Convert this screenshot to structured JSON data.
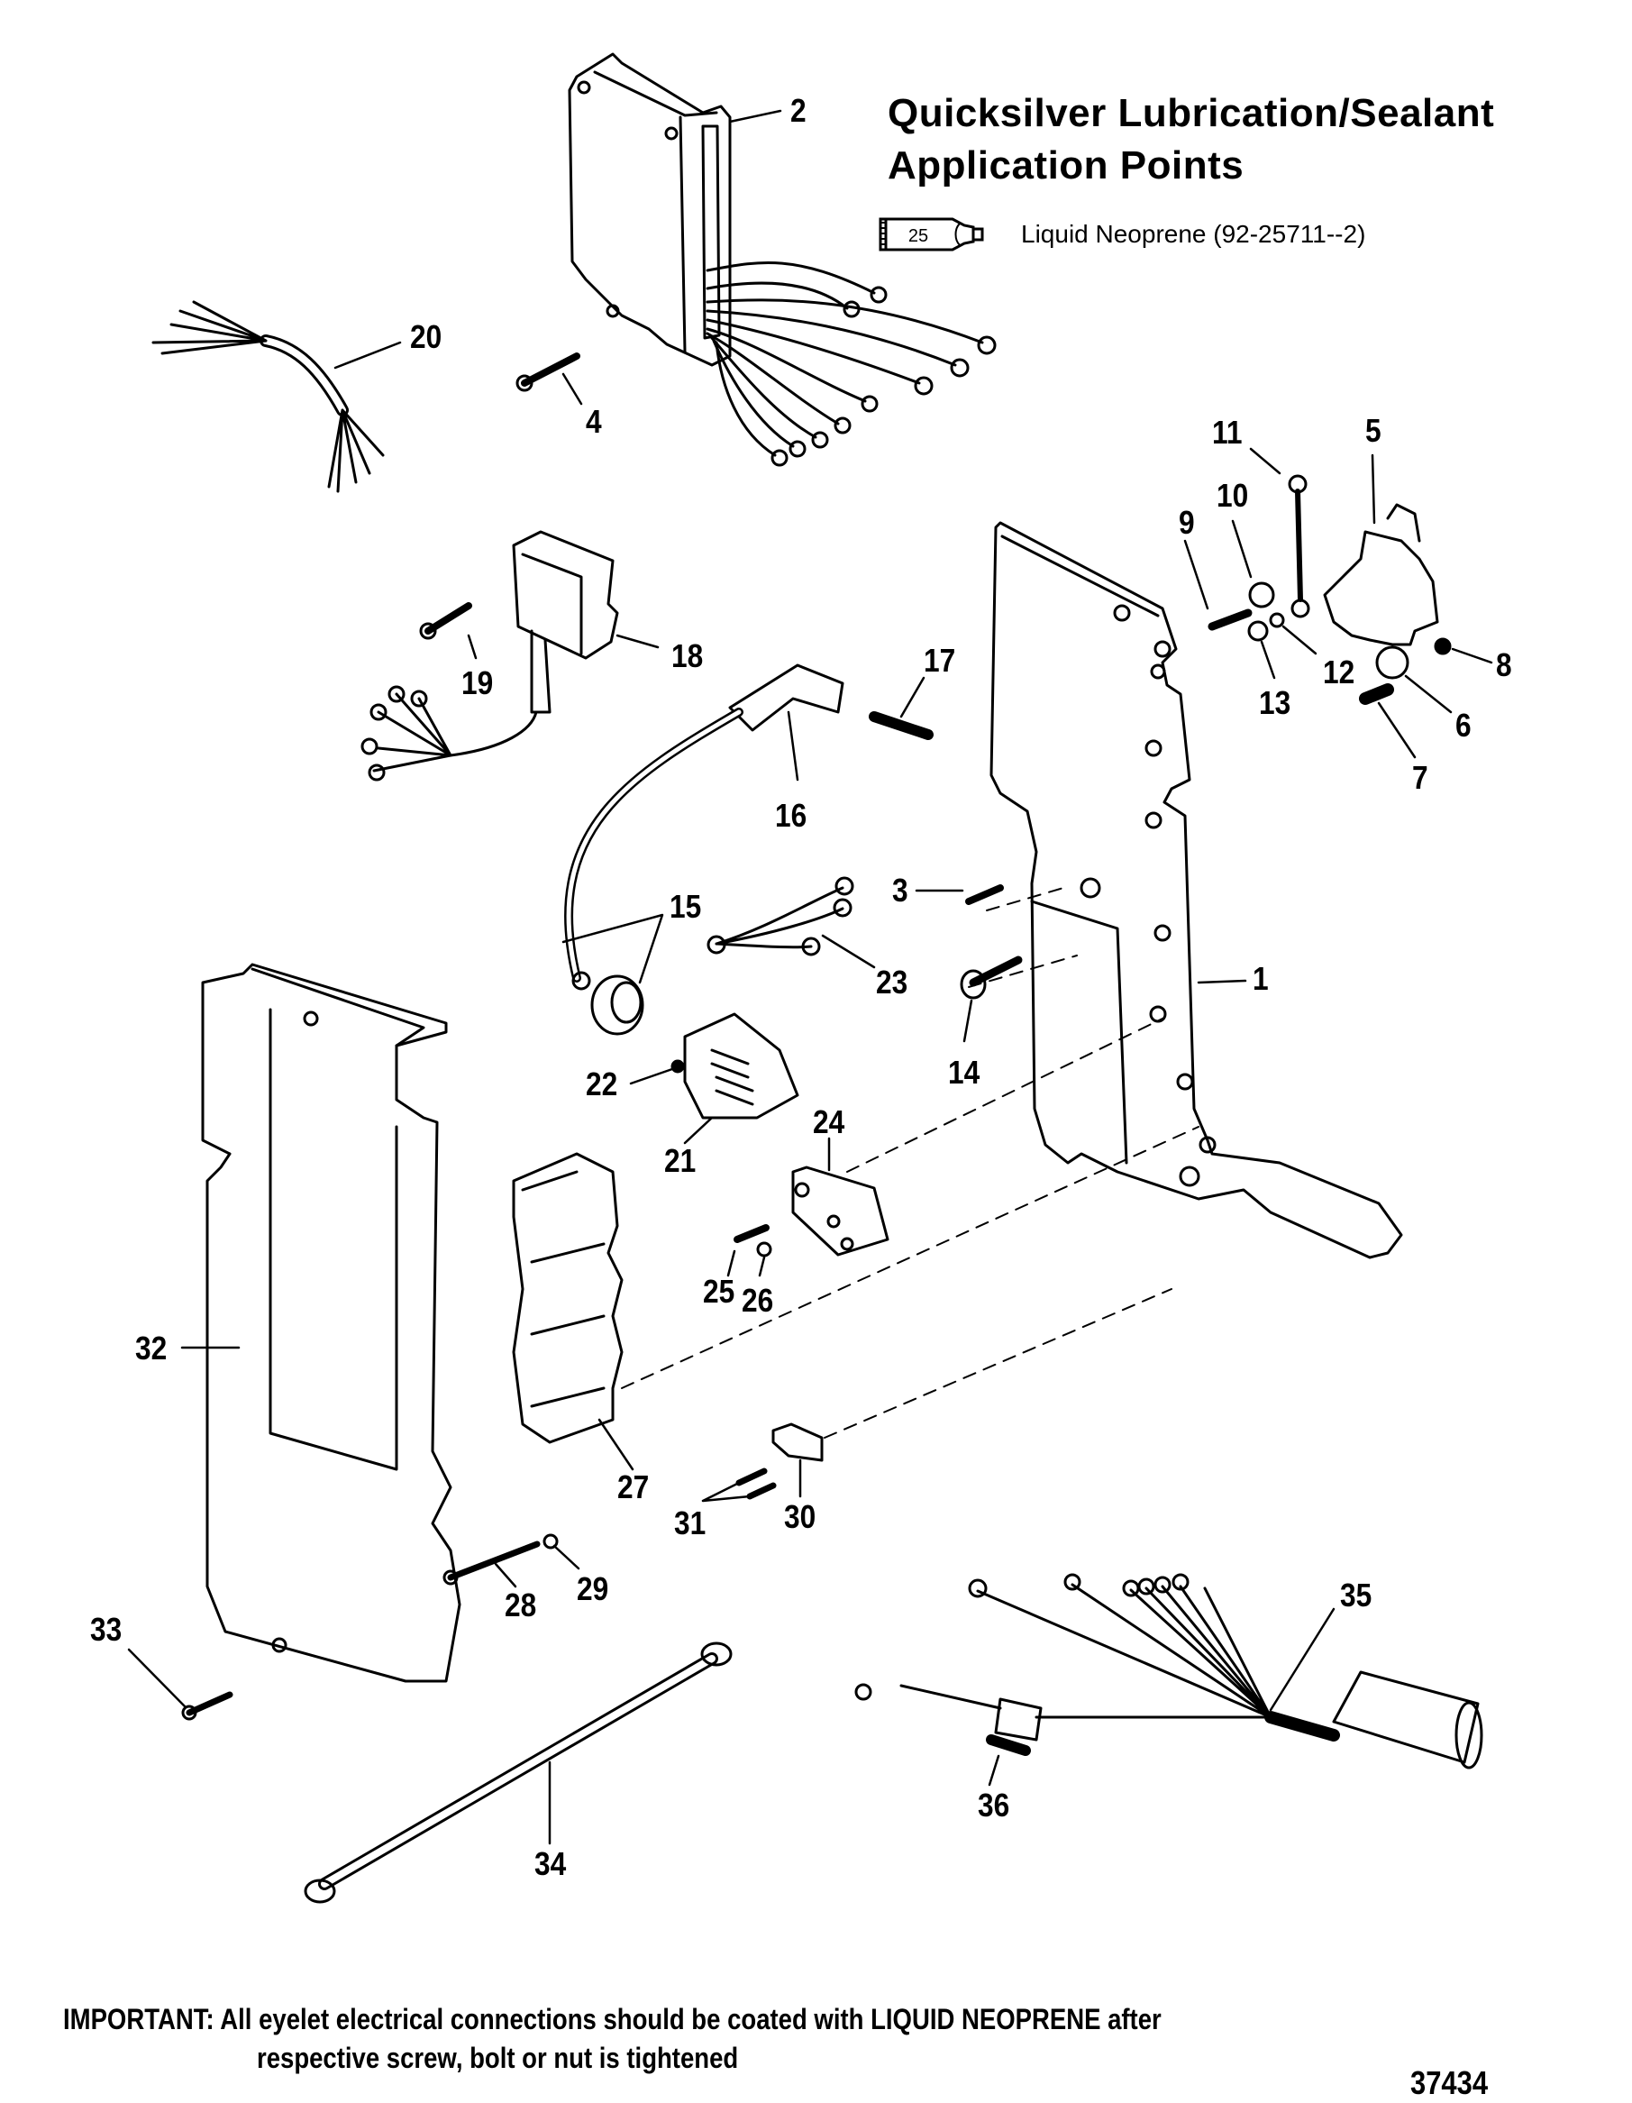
{
  "title": {
    "line1": "Quicksilver Lubrication/Sealant",
    "line2": "Application Points"
  },
  "legend": {
    "icon": "sealant-tube-icon",
    "tube_number": "25",
    "label": "Liquid Neoprene (92-25711--2)"
  },
  "callouts": [
    {
      "id": "1",
      "label": "1"
    },
    {
      "id": "2",
      "label": "2"
    },
    {
      "id": "3",
      "label": "3"
    },
    {
      "id": "4",
      "label": "4"
    },
    {
      "id": "5",
      "label": "5"
    },
    {
      "id": "6",
      "label": "6"
    },
    {
      "id": "7",
      "label": "7"
    },
    {
      "id": "8",
      "label": "8"
    },
    {
      "id": "9",
      "label": "9"
    },
    {
      "id": "10",
      "label": "10"
    },
    {
      "id": "11",
      "label": "11"
    },
    {
      "id": "12",
      "label": "12"
    },
    {
      "id": "13",
      "label": "13"
    },
    {
      "id": "14",
      "label": "14"
    },
    {
      "id": "15",
      "label": "15"
    },
    {
      "id": "16",
      "label": "16"
    },
    {
      "id": "17",
      "label": "17"
    },
    {
      "id": "18",
      "label": "18"
    },
    {
      "id": "19",
      "label": "19"
    },
    {
      "id": "20",
      "label": "20"
    },
    {
      "id": "21",
      "label": "21"
    },
    {
      "id": "22",
      "label": "22"
    },
    {
      "id": "23",
      "label": "23"
    },
    {
      "id": "24",
      "label": "24"
    },
    {
      "id": "25",
      "label": "25"
    },
    {
      "id": "26",
      "label": "26"
    },
    {
      "id": "27",
      "label": "27"
    },
    {
      "id": "28",
      "label": "28"
    },
    {
      "id": "29",
      "label": "29"
    },
    {
      "id": "30",
      "label": "30"
    },
    {
      "id": "31",
      "label": "31"
    },
    {
      "id": "32",
      "label": "32"
    },
    {
      "id": "33",
      "label": "33"
    },
    {
      "id": "34",
      "label": "34"
    },
    {
      "id": "35",
      "label": "35"
    },
    {
      "id": "36",
      "label": "36"
    }
  ],
  "note": {
    "line1": "IMPORTANT: All eyelet electrical connections should be coated with LIQUID NEOPRENE after",
    "line2": "respective screw, bolt or nut is tightened"
  },
  "figure_number": "37434"
}
